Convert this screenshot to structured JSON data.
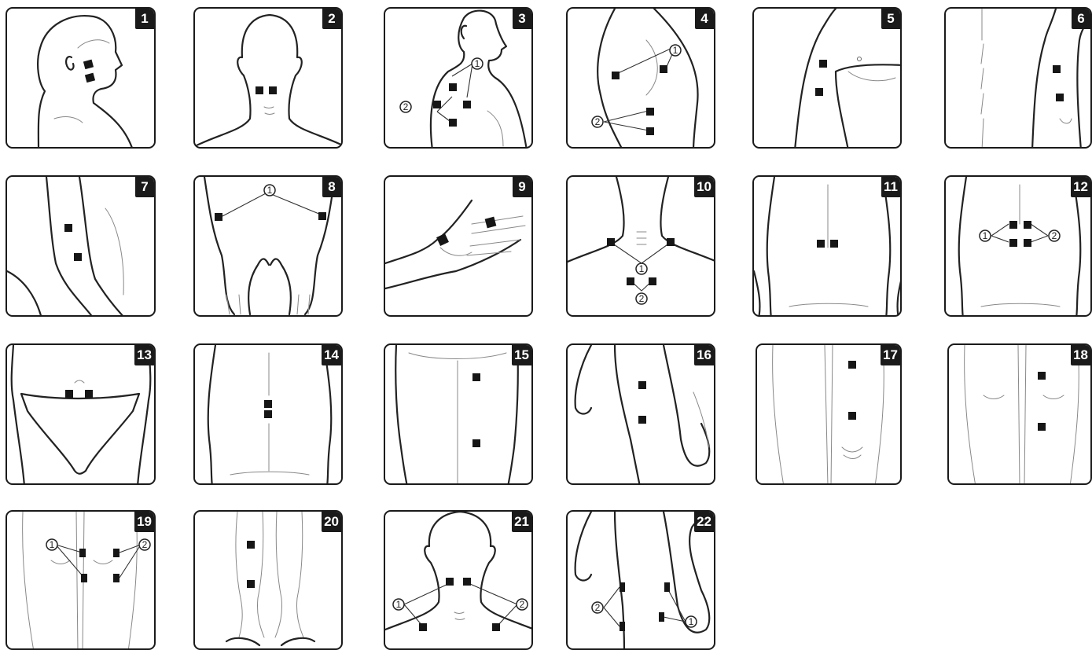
{
  "panels": [
    {
      "number": "1",
      "region": "face",
      "markers": []
    },
    {
      "number": "2",
      "region": "back of neck",
      "markers": []
    },
    {
      "number": "3",
      "region": "shoulder",
      "markers": [
        "1",
        "2"
      ]
    },
    {
      "number": "4",
      "region": "side of torso",
      "markers": [
        "1",
        "2"
      ]
    },
    {
      "number": "5",
      "region": "upper arm",
      "markers": []
    },
    {
      "number": "6",
      "region": "upper arm back",
      "markers": []
    },
    {
      "number": "7",
      "region": "forearm",
      "markers": []
    },
    {
      "number": "8",
      "region": "wrists",
      "markers": [
        "1"
      ]
    },
    {
      "number": "9",
      "region": "hand",
      "markers": []
    },
    {
      "number": "10",
      "region": "upper back",
      "markers": [
        "1",
        "2"
      ]
    },
    {
      "number": "11",
      "region": "lower back",
      "markers": []
    },
    {
      "number": "12",
      "region": "lower back",
      "markers": [
        "1",
        "2"
      ]
    },
    {
      "number": "13",
      "region": "lower abdomen",
      "markers": []
    },
    {
      "number": "14",
      "region": "lumbar spine",
      "markers": []
    },
    {
      "number": "15",
      "region": "back of thigh",
      "markers": []
    },
    {
      "number": "16",
      "region": "side of thigh",
      "markers": []
    },
    {
      "number": "17",
      "region": "front of thigh",
      "markers": []
    },
    {
      "number": "18",
      "region": "front of thigh",
      "markers": []
    },
    {
      "number": "19",
      "region": "knees",
      "markers": [
        "1",
        "2"
      ]
    },
    {
      "number": "20",
      "region": "shins",
      "markers": []
    },
    {
      "number": "21",
      "region": "neck and shoulders",
      "markers": [
        "1",
        "2"
      ]
    },
    {
      "number": "22",
      "region": "hip and thigh",
      "markers": [
        "1",
        "2"
      ]
    }
  ]
}
